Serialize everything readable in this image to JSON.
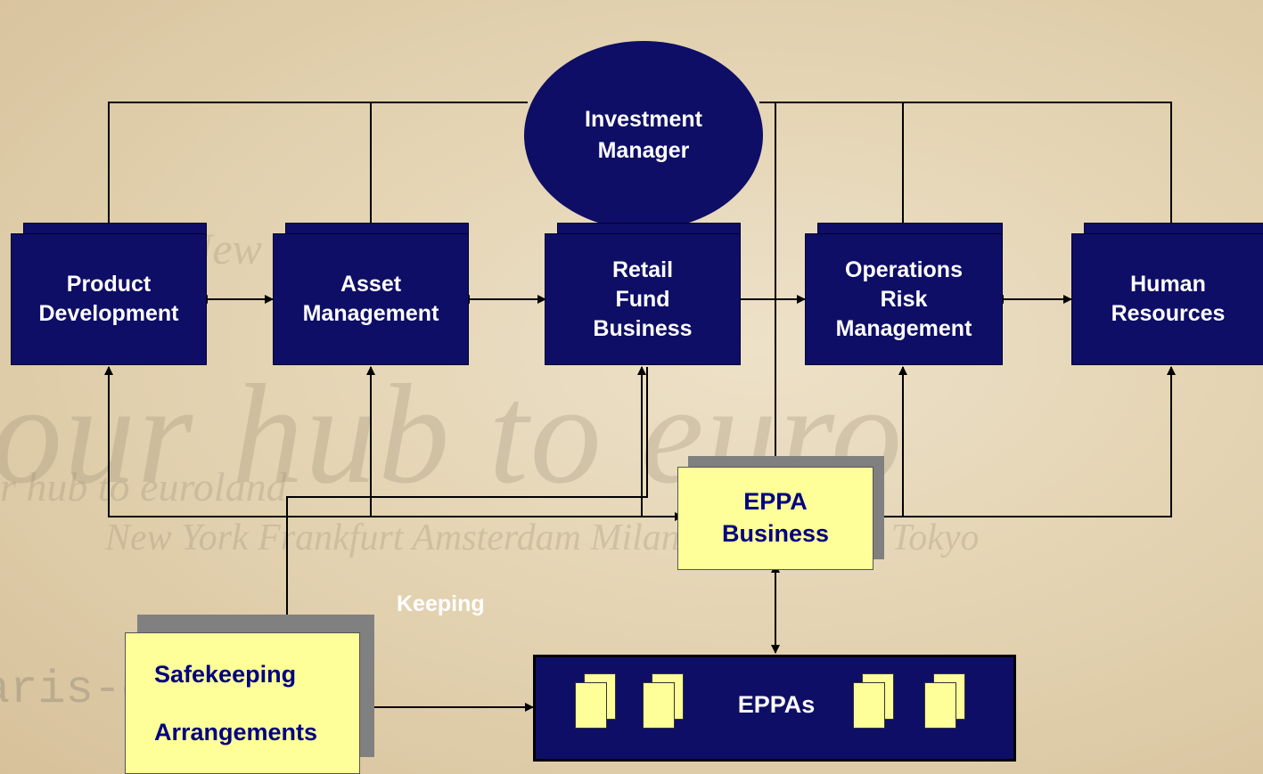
{
  "watermark": {
    "big": "our hub to euro",
    "hub": "r hub to euroland",
    "cities": "New York Frankfurt Amsterdam Milan Paris Lisbon Tokyo",
    "url": "aris-ce.ne",
    "new": "New"
  },
  "top": {
    "line1": "Investment",
    "line2": "Manager"
  },
  "departments": [
    {
      "lines": [
        "Product",
        "Development"
      ]
    },
    {
      "lines": [
        "Asset",
        "Management"
      ]
    },
    {
      "lines": [
        "Retail",
        "Fund",
        "Business"
      ]
    },
    {
      "lines": [
        "Operations",
        "Risk",
        "Management"
      ]
    },
    {
      "lines": [
        "Human",
        "Resources"
      ]
    }
  ],
  "eppa_business": {
    "line1": "EPPA",
    "line2": "Business"
  },
  "safekeeping": {
    "line1": "Safekeeping",
    "line2": "Arrangements"
  },
  "eppas": {
    "label": "EPPAs"
  },
  "keeping_label": "Keeping",
  "colors": {
    "navy": "#0e0e66",
    "yellow": "#ffff99",
    "shadow_gray": "#808080"
  }
}
